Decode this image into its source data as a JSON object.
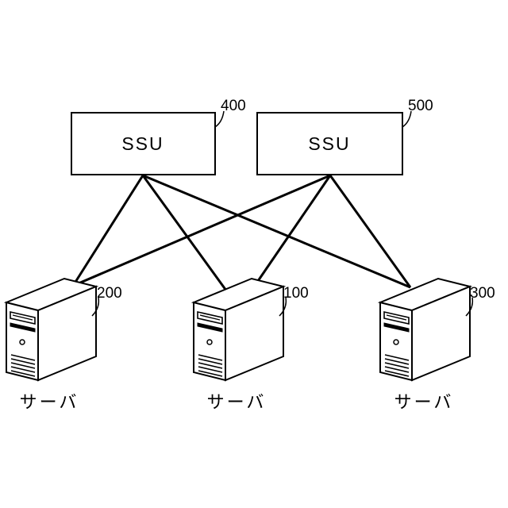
{
  "diagram": {
    "units": [
      {
        "label": "SSU",
        "ref": "400"
      },
      {
        "label": "SSU",
        "ref": "500"
      }
    ],
    "servers": [
      {
        "caption": "サーバ",
        "ref": "200"
      },
      {
        "caption": "サーバ",
        "ref": "100"
      },
      {
        "caption": "サーバ",
        "ref": "300"
      }
    ]
  }
}
